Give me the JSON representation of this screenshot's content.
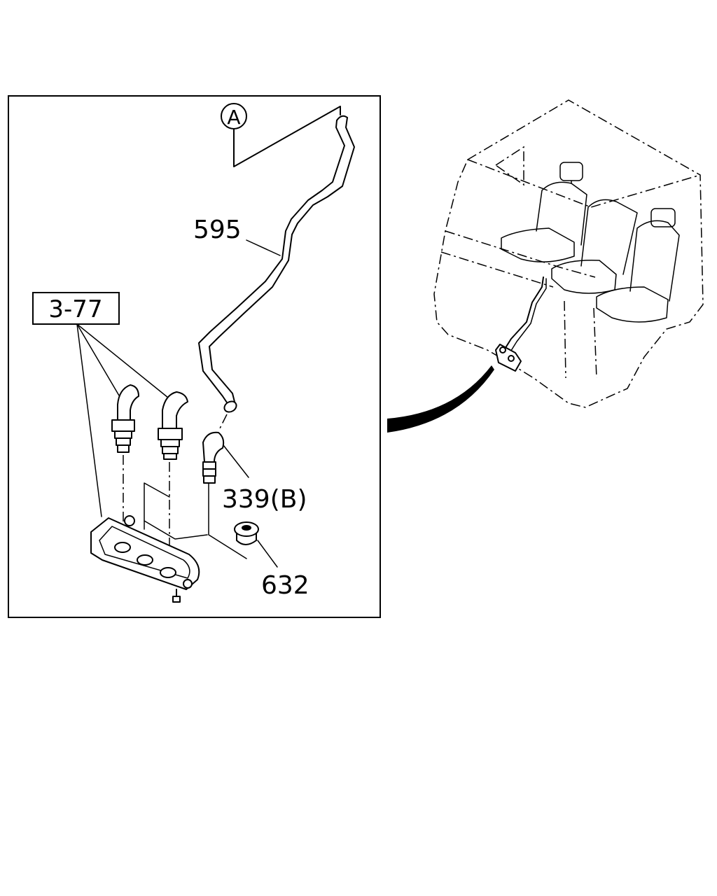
{
  "callouts": {
    "ref_a": "A",
    "ref_box": "3-77",
    "part_595": "595",
    "part_339": "339(B)",
    "part_632": "632"
  },
  "colors": {
    "line": "#000000",
    "background": "#ffffff"
  }
}
